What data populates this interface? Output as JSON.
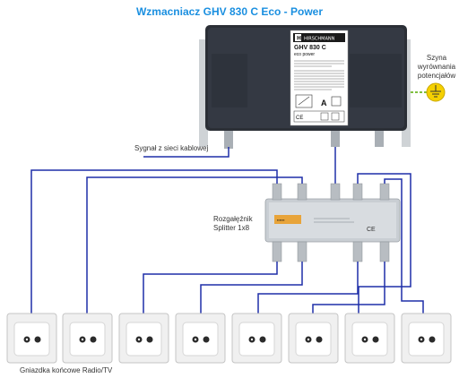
{
  "title": "Wzmacniacz GHV 830 C Eco - Power",
  "labels": {
    "cable_signal": "Sygnał z sieci kablowej",
    "bus_line1": "Szyna",
    "bus_line2": "wyrównania",
    "bus_line3": "potencjałów",
    "splitter_line1": "Rozgałęźnik",
    "splitter_line2": "Splitter 1x8",
    "sockets": "Gniazdka końcowe Radio/TV"
  },
  "amplifier": {
    "brand": "HIRSCHMANN",
    "model": "GHV 830 C",
    "subtitle": "eco power"
  },
  "colors": {
    "title": "#1a8fe0",
    "wire": "#1f2fa8",
    "ground": "#f5d000",
    "amplifier_body": "#2b2f36"
  },
  "socket_count": 8
}
